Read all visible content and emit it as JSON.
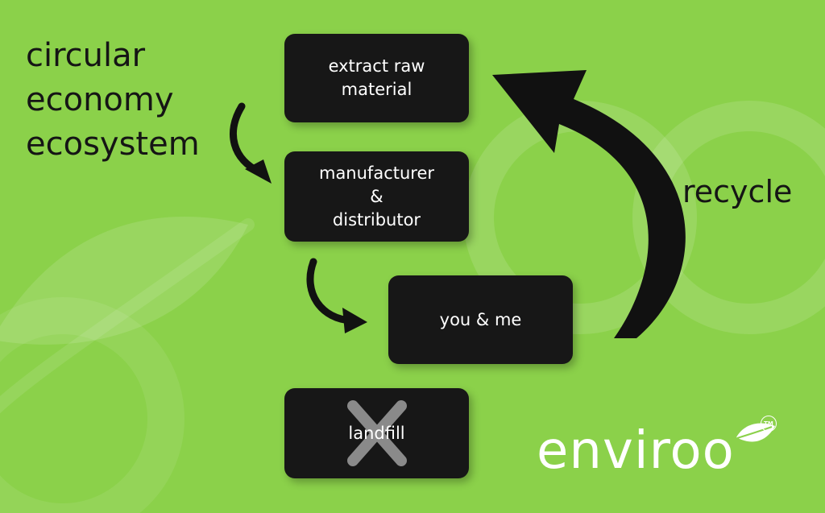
{
  "diagram": {
    "title_lines": [
      "circular",
      "economy",
      "ecosystem"
    ],
    "steps": {
      "extract": [
        "extract raw",
        "material"
      ],
      "manufacturer": [
        "manufacturer",
        "&",
        "distributor"
      ],
      "you": [
        "you & me"
      ],
      "landfill": [
        "landfill"
      ]
    },
    "recycle_label": "recycle"
  },
  "brand": {
    "name": "enviroo",
    "trademark": "TM"
  },
  "colors": {
    "background": "#8bd14a",
    "box": "#171717",
    "text_on_box": "#ffffff",
    "dark_text": "#151515"
  }
}
